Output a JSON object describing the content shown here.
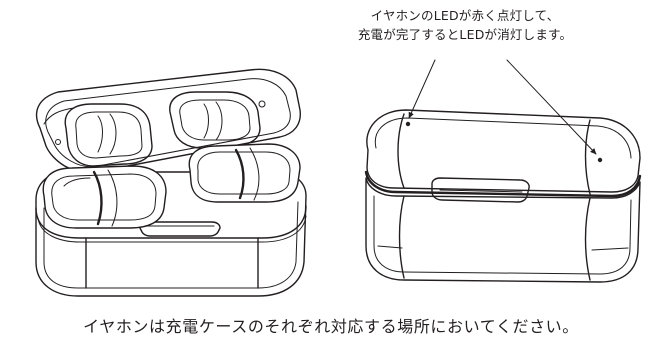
{
  "callout": {
    "line1": "イヤホンのLEDが赤く点灯して、",
    "line2": "充電が完了するとLEDが消灯します。"
  },
  "caption": "イヤホンは充電ケースのそれぞれ対応する場所においてください。",
  "illustrations": {
    "open_case": "open-charging-case-with-earbuds",
    "closed_case": "closed-charging-case-with-led-indicators"
  }
}
